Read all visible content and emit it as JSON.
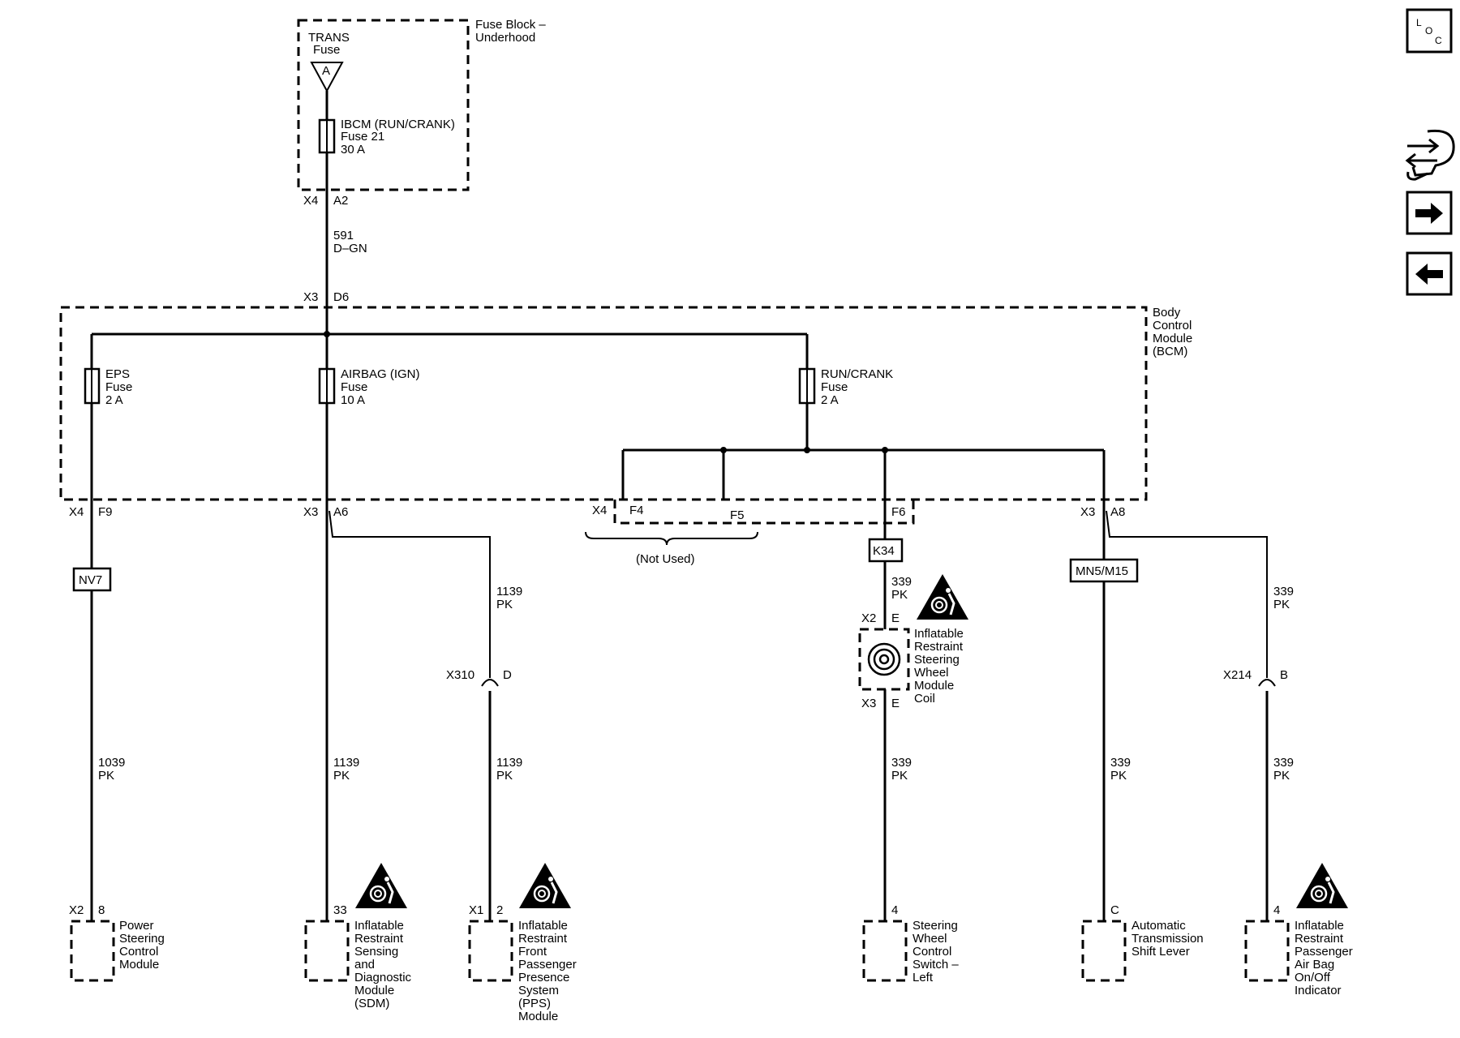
{
  "fuse_block": {
    "trans_fuse": [
      "TRANS",
      "Fuse"
    ],
    "trans_letter": "A",
    "title": [
      "Fuse Block –",
      "Underhood"
    ],
    "ibcm_fuse": [
      "IBCM (RUN/CRANK)",
      "Fuse 21",
      "30 A"
    ],
    "pin_conn": "X4",
    "pin_num": "A2"
  },
  "feed_wire": {
    "circuit": "591",
    "color": "D–GN"
  },
  "bcm": {
    "title": [
      "Body",
      "Control",
      "Module",
      "(BCM)"
    ],
    "in_conn": "X3",
    "in_pin": "D6",
    "fuses": {
      "eps": [
        "EPS",
        "Fuse",
        "2 A"
      ],
      "airbag": [
        "AIRBAG (IGN)",
        "Fuse",
        "10 A"
      ],
      "runcrank": [
        "RUN/CRANK",
        "Fuse",
        "2 A"
      ]
    },
    "pins": {
      "f9_conn": "X4",
      "f9_pin": "F9",
      "a6_conn": "X3",
      "a6_pin": "A6",
      "f4_conn": "X4",
      "f4_pin": "F4",
      "f5_pin": "F5",
      "f6_pin": "F6",
      "a8_conn": "X3",
      "a8_pin": "A8"
    },
    "not_used": "(Not Used)"
  },
  "options": {
    "nv7": "NV7",
    "k34": "K34",
    "mn5": "MN5/M15"
  },
  "wires": {
    "w1039": {
      "circuit": "1039",
      "color": "PK"
    },
    "w1139a": {
      "circuit": "1139",
      "color": "PK"
    },
    "w1139b": {
      "circuit": "1139",
      "color": "PK"
    },
    "w1139c": {
      "circuit": "1139",
      "color": "PK"
    },
    "w339a": {
      "circuit": "339",
      "color": "PK"
    },
    "w339b": {
      "circuit": "339",
      "color": "PK"
    },
    "w339c": {
      "circuit": "339",
      "color": "PK"
    },
    "w339d": {
      "circuit": "339",
      "color": "PK"
    },
    "w339e": {
      "circuit": "339",
      "color": "PK"
    }
  },
  "inline_connectors": {
    "x310": {
      "name": "X310",
      "pin": "D"
    },
    "x214": {
      "name": "X214",
      "pin": "B"
    }
  },
  "coil": {
    "label": [
      "Inflatable",
      "Restraint",
      "Steering",
      "Wheel",
      "Module",
      "Coil"
    ],
    "top_conn": "X2",
    "top_pin": "E",
    "bot_conn": "X3",
    "bot_pin": "E"
  },
  "components": {
    "pscm": {
      "conn": "X2",
      "pin": "8",
      "label": [
        "Power",
        "Steering",
        "Control",
        "Module"
      ]
    },
    "sdm": {
      "pin": "33",
      "label": [
        "Inflatable",
        "Restraint",
        "Sensing",
        "and",
        "Diagnostic",
        "Module",
        "(SDM)"
      ]
    },
    "pps": {
      "conn": "X1",
      "pin": "2",
      "label": [
        "Inflatable",
        "Restraint",
        "Front",
        "Passenger",
        "Presence",
        "System",
        "(PPS)",
        "Module"
      ]
    },
    "swcs": {
      "pin": "4",
      "label": [
        "Steering",
        "Wheel",
        "Control",
        "Switch –",
        "Left"
      ]
    },
    "atsl": {
      "pin": "C",
      "label": [
        "Automatic",
        "Transmission",
        "Shift Lever"
      ]
    },
    "pai": {
      "pin": "4",
      "label": [
        "Inflatable",
        "Restraint",
        "Passenger",
        "Air Bag",
        "On/Off",
        "Indicator"
      ]
    }
  },
  "nav": {
    "loc_icon": "loc-icon",
    "connector_icon": "connector-wrench-icon",
    "next_icon": "arrow-right-icon",
    "prev_icon": "arrow-left-icon",
    "loc_letters": [
      "L",
      "O",
      "C"
    ]
  }
}
